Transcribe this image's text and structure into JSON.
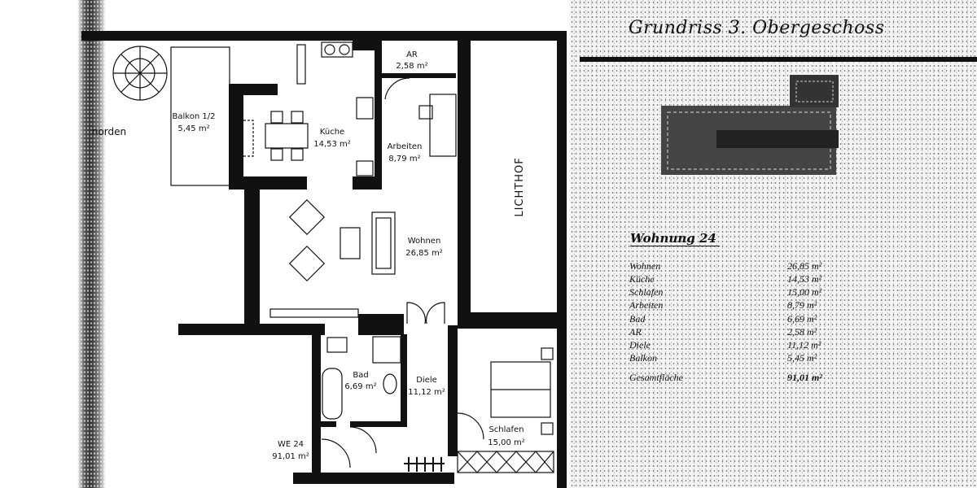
{
  "header": {
    "title": "Grundriss 3. Obergeschoss"
  },
  "compass_label": "norden",
  "rooms": {
    "balkon": {
      "name": "Balkon 1/2",
      "area": "5,45 m²"
    },
    "kueche": {
      "name": "Küche",
      "area": "14,53 m²"
    },
    "ar": {
      "name": "AR",
      "area": "2,58 m²"
    },
    "arbeiten": {
      "name": "Arbeiten",
      "area": "8,79 m²"
    },
    "wohnen": {
      "name": "Wohnen",
      "area": "26,85 m²"
    },
    "lichthof": {
      "name": "LICHTHOF"
    },
    "bad": {
      "name": "Bad",
      "area": "6,69 m²"
    },
    "diele": {
      "name": "Diele",
      "area": "11,12 m²"
    },
    "schlafen": {
      "name": "Schlafen",
      "area": "15,00 m²"
    },
    "we": {
      "name": "WE 24",
      "area": "91,01 m²"
    }
  },
  "summary": {
    "title": "Wohnung 24",
    "rows": [
      {
        "label": "Wohnen",
        "value": "26,85 m²"
      },
      {
        "label": "Küche",
        "value": "14,53 m²"
      },
      {
        "label": "Schlafen",
        "value": "15,00 m²"
      },
      {
        "label": "Arbeiten",
        "value": "8,79 m²"
      },
      {
        "label": "Bad",
        "value": "6,69 m²"
      },
      {
        "label": "AR",
        "value": "2,58 m²"
      },
      {
        "label": "Diele",
        "value": "11,12 m²"
      },
      {
        "label": "Balkon",
        "value": "5,45 m²"
      }
    ],
    "total": {
      "label": "Gesamtfläche",
      "value": "91,01 m²"
    }
  }
}
